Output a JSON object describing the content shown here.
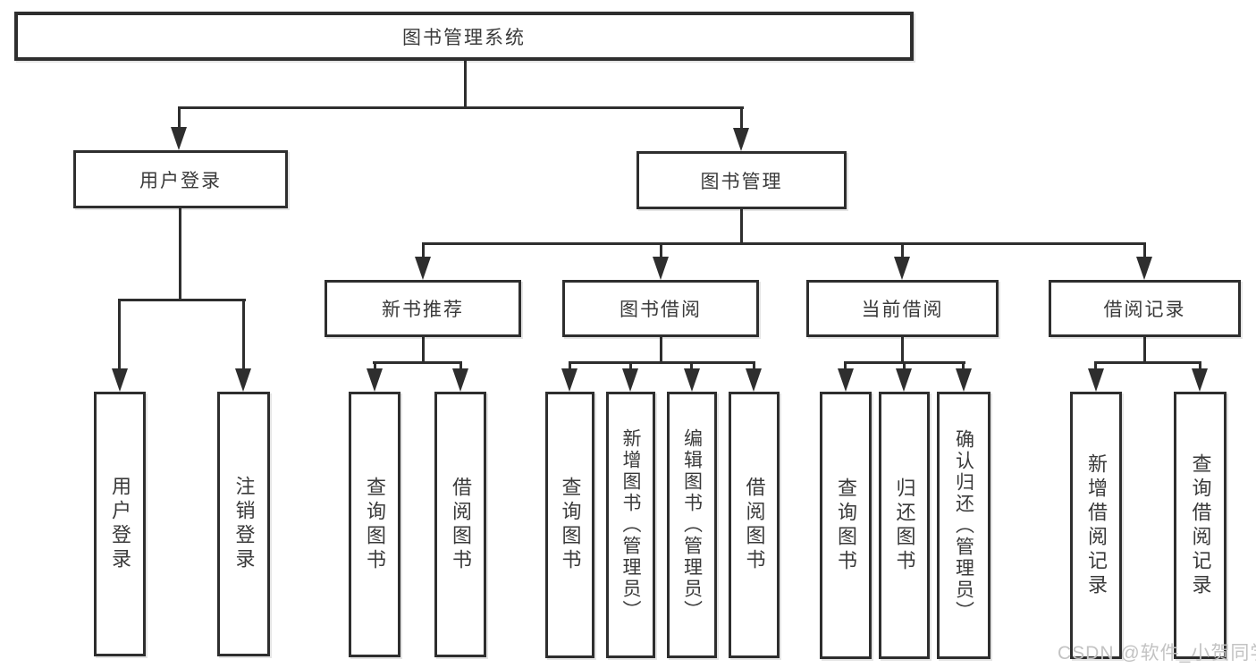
{
  "tree": {
    "root": "图书管理系统",
    "branches": [
      {
        "label": "用户登录",
        "children": [
          "用户登录",
          "注销登录"
        ]
      },
      {
        "label": "图书管理",
        "children": [
          {
            "label": "新书推荐",
            "children": [
              "查询图书",
              "借阅图书"
            ]
          },
          {
            "label": "图书借阅",
            "children": [
              "查询图书",
              "新增图书（管理员）",
              "编辑图书（管理员）",
              "借阅图书"
            ]
          },
          {
            "label": "当前借阅",
            "children": [
              "查询图书",
              "归还图书",
              "确认归还（管理员）"
            ]
          },
          {
            "label": "借阅记录",
            "children": [
              "新增借阅记录",
              "查询借阅记录"
            ]
          }
        ]
      }
    ]
  },
  "watermark": "CSDN @软件_小贺同学",
  "colors": {
    "line": "#2e2e2e",
    "text": "#3a3a3a",
    "watermark": "#c3c3c3",
    "background": "#ffffff"
  }
}
